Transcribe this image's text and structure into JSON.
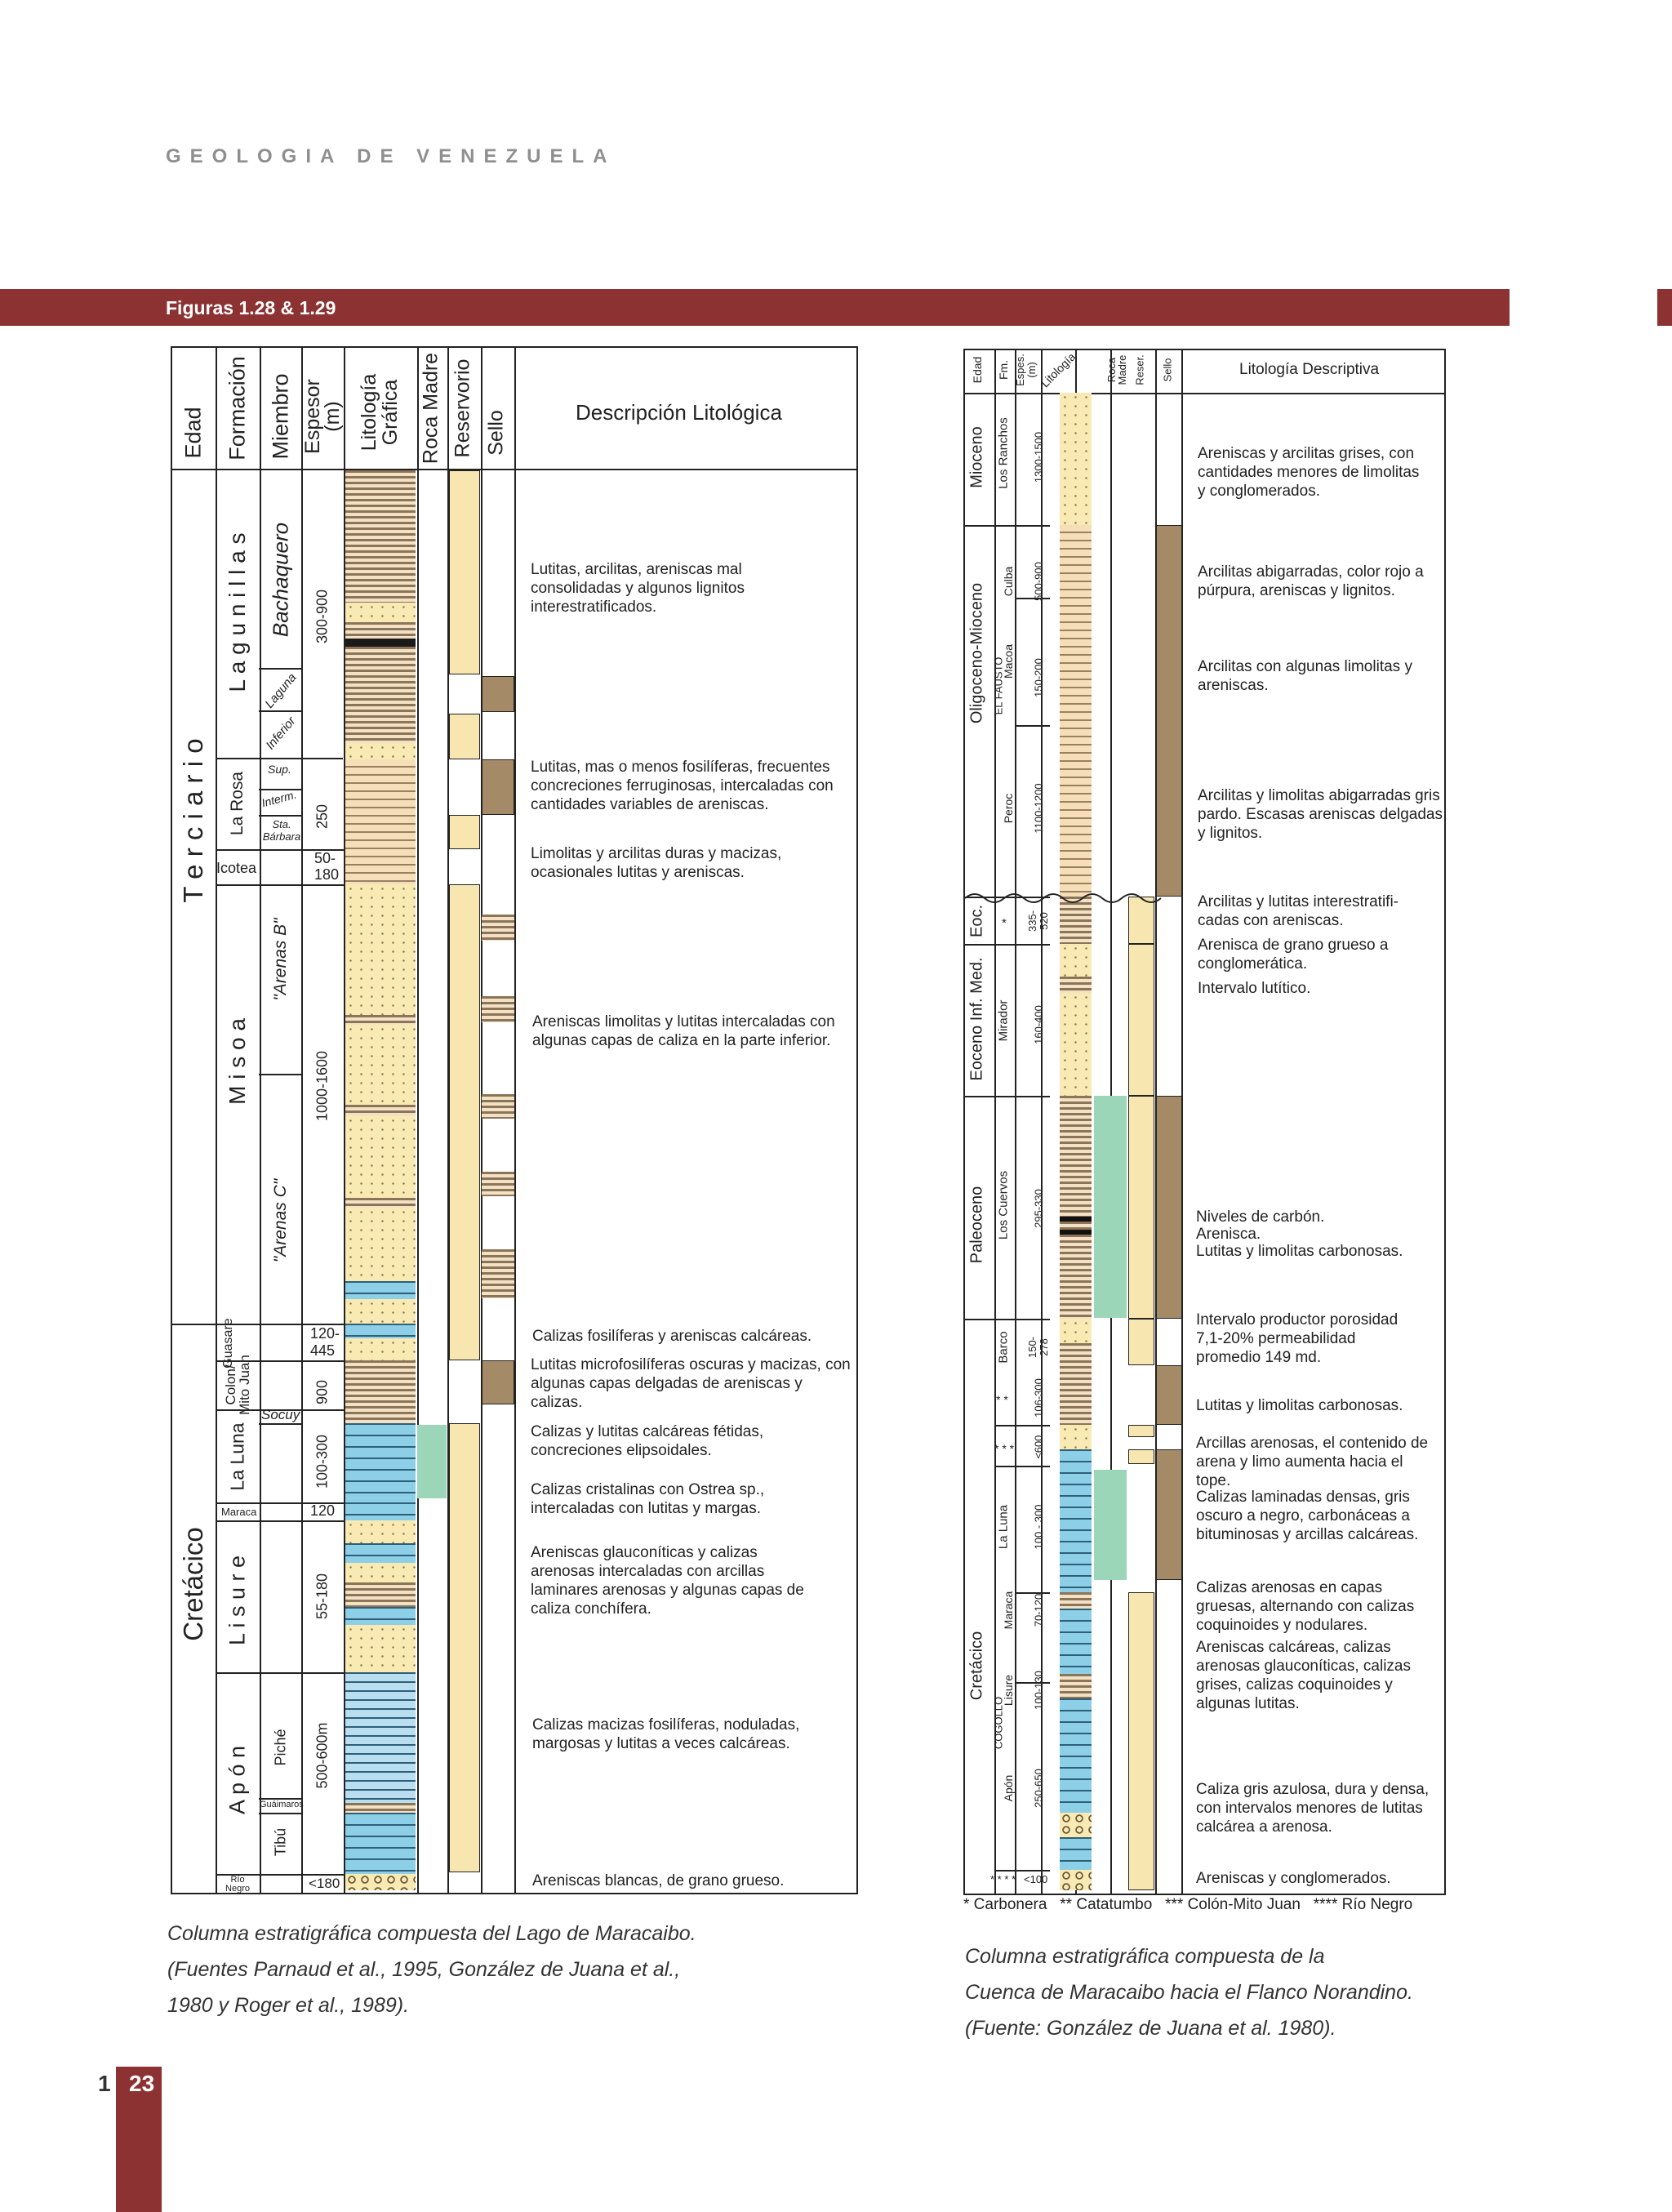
{
  "header": {
    "title": "GEOLOGIA DE VENEZUELA",
    "band_title": "Figuras 1.28 & 1.29"
  },
  "left_table": {
    "columns": [
      "Edad",
      "Formación",
      "Miembro",
      "Espesor (m)",
      "Litología Gráfica",
      "Roca Madre",
      "Reservorio",
      "Sello",
      "Descripción Litológica"
    ],
    "ages": [
      "T e r c i a r i o",
      "Cretácico"
    ],
    "formations": [
      "L a g u n i l l a s",
      "La Rosa",
      "Icotea",
      "M i s o a",
      "Guasare",
      "Colon/ Mito Juan",
      "La Luna",
      "Maraca",
      "L i s u r e",
      "A p ó n",
      "Río Negro"
    ],
    "members": [
      "Bachaquero",
      "Laguna",
      "Inferior",
      "Sup.",
      "Interm.",
      "Sta. Bárbara",
      "\"Arenas B\"",
      "\"Arenas C\"",
      "Socuy",
      "Piché",
      "Guáimaros",
      "Tibú"
    ],
    "thickness": [
      "300-900",
      "250",
      "50-180",
      "1000-1600",
      "120-445",
      "900",
      "100-300",
      "120",
      "55-180",
      "500-600m",
      "<180"
    ],
    "descriptions": [
      "Lutitas, arcilitas, areniscas mal consolidadas y algunos lignitos interestratificados.",
      "Lutitas, mas o menos fosilíferas, frecuentes concreciones ferruginosas, intercaladas con cantidades variables de areniscas.",
      "Limolitas y arcilitas duras y macizas, ocasionales lutitas y areniscas.",
      "Areniscas limolitas y lutitas intercaladas con algunas capas de caliza en la parte inferior.",
      "Calizas fosilíferas y areniscas calcáreas.",
      "Lutitas microfosilíferas oscuras y macizas, con algunas capas delgadas de areniscas y calizas.",
      "Calizas y lutitas calcáreas fétidas, concreciones elipsoidales.",
      "Calizas cristalinas con Ostrea sp., intercaladas con lutitas y margas.",
      "Areniscas glauconíticas y calizas arenosas intercaladas con arcillas laminares arenosas y algunas capas de caliza conchífera.",
      "Calizas macizas fosilíferas, noduladas, margosas y lutitas a veces calcáreas.",
      "Areniscas blancas, de grano grueso."
    ],
    "caption": [
      "Columna estratigráfica compuesta del Lago de Maracaibo.",
      "(Fuentes Parnaud et al., 1995, González de Juana et al.,",
      "1980 y Roger et al., 1989)."
    ]
  },
  "right_table": {
    "columns": [
      "Edad",
      "Fm.",
      "Espes. (m)",
      "Litología",
      "Roca Madre",
      "Reser.",
      "Sello",
      "Litología Descriptiva"
    ],
    "ages": [
      "Mioceno",
      "Oligoceno-Mioceno",
      "Eoc.",
      "Eoceno Inf. Med.",
      "Paleoceno",
      "Cretácico"
    ],
    "groups": [
      "EL FAUSTO",
      "COGOLLO"
    ],
    "formations": [
      "Los Ranchos",
      "Culba",
      "Macoa",
      "Peroc",
      "*",
      "Mirador",
      "Los Cuervos",
      "Barco",
      "* *",
      "* * *",
      "La Luna",
      "Maraca",
      "Lisure",
      "Apón",
      "* * * *"
    ],
    "thickness": [
      "1300-1500",
      "500-900",
      "150-200",
      "1100-1200",
      "335-520",
      "160-400",
      "295-330",
      "150-278",
      "106-300",
      "≤600",
      "100 - 300",
      "70-120",
      "100-130",
      "250-650",
      "<100"
    ],
    "descriptions": [
      "Areniscas y arcilitas grises, con cantidades menores de limolitas y conglomerados.",
      "Arcilitas abigarradas, color rojo a púrpura, areniscas y lignitos.",
      "Arcilitas con algunas limolitas y areniscas.",
      "Arcilitas y limolitas abigarradas gris pardo. Escasas areniscas delgadas y lignitos.",
      "Arcilitas y lutitas interestratifi- cadas con areniscas.",
      "Arenisca de grano grueso a conglomerática.",
      "Intervalo lutítico.",
      "Niveles de carbón.",
      "Arenisca.",
      "Lutitas y limolitas carbonosas.",
      "Intervalo productor porosidad 7,1-20% permeabilidad promedio 149 md.",
      "Lutitas y limolitas carbonosas.",
      "Arcillas arenosas, el contenido de arena y limo aumenta hacia el tope.",
      "Calizas laminadas densas, gris oscuro a negro, carbonáceas a bituminosas y arcillas calcáreas.",
      "Calizas arenosas en capas gruesas, alternando con calizas coquinoides y nodulares.",
      "Areniscas calcáreas, calizas arenosas glauconíticas, calizas grises, calizas coquinoides y algunas lutitas.",
      "Caliza gris azulosa, dura y densa, con intervalos menores de lutitas calcárea a arenosa.",
      "Areniscas y conglomerados."
    ],
    "footnote": "* Carbonera   ** Catatumbo   *** Colón-Mito Juan   **** Río Negro",
    "caption": [
      "Columna estratigráfica compuesta de la",
      "Cuenca de Maracaibo hacia el Flanco Norandino.",
      "(Fuente: González de Juana et al. 1980)."
    ]
  },
  "page": {
    "chapter": "1",
    "number": "23"
  }
}
